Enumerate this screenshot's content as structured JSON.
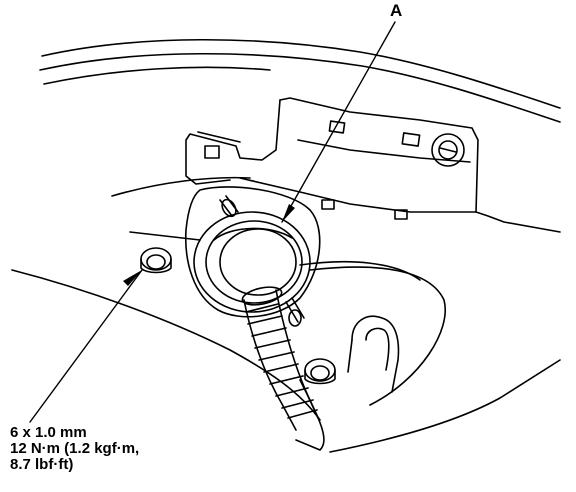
{
  "callouts": {
    "part_a": "A"
  },
  "torque_spec": {
    "bolt_size": "6 x 1.0 mm",
    "torque_line1": "12 N·m (1.2 kgf·m,",
    "torque_line2": "8.7 lbf·ft)"
  },
  "colors": {
    "ink": "#000000",
    "paper": "#ffffff"
  }
}
